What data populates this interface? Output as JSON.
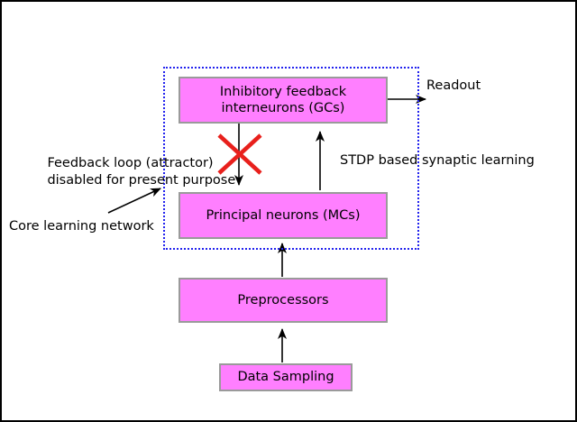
{
  "figure": {
    "title": "Core learning network block diagram",
    "colors": {
      "node_fill": "#ff7fff",
      "node_border": "#9a9a9a",
      "group_border": "#2222ee",
      "arrow": "#000000",
      "disabled_cross": "#e8201c",
      "frame": "#000000",
      "background": "#ffffff"
    }
  },
  "nodes": {
    "gcs": {
      "label_line1": "Inhibitory feedback",
      "label_line2": "interneurons (GCs)"
    },
    "mcs": {
      "label": "Principal neurons (MCs)"
    },
    "preprocessors": {
      "label": "Preprocessors"
    },
    "data_sampling": {
      "label": "Data Sampling"
    }
  },
  "group": {
    "label": "Core learning network"
  },
  "annotations": {
    "readout": "Readout",
    "feedback_line1": "Feedback loop (attractor)",
    "feedback_line2": "disabled for present purpose",
    "stdp": "STDP based synaptic learning"
  }
}
